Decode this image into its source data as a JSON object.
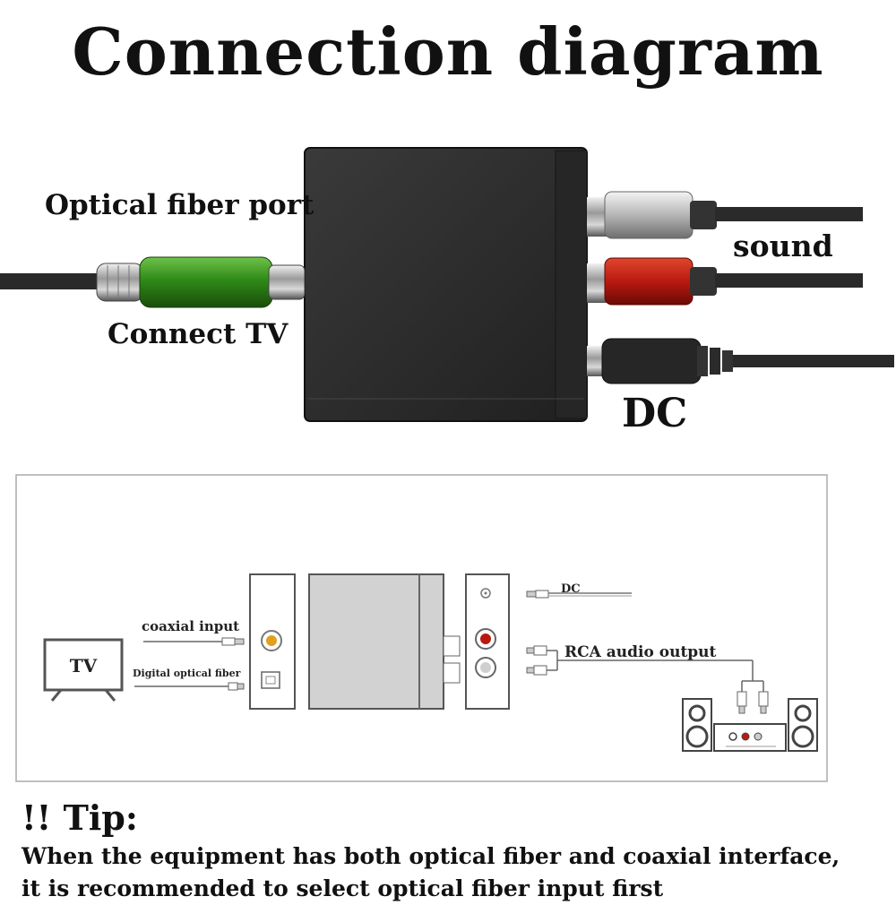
{
  "title": "Connection diagram",
  "photo": {
    "optical_label": "Optical fiber port",
    "tv_label": "Connect TV",
    "sound_label": "sound",
    "dc_label": "DC"
  },
  "schematic": {
    "tv_label": "TV",
    "coaxial_label": "coaxial input",
    "optical_label": "Digital optical fiber",
    "dc_label": "DC",
    "rca_label": "RCA audio output"
  },
  "tip": {
    "heading": "!! Tip:",
    "line1": "When the equipment has both optical fiber and coaxial interface,",
    "line2": "it is recommended to select optical fiber input first"
  },
  "colors": {
    "device_body": "#2e2e2e",
    "optical_connector": "#3a8c1e",
    "rca_white": "#cfcfcf",
    "rca_red": "#b81a10",
    "diagram_line": "#555555"
  }
}
